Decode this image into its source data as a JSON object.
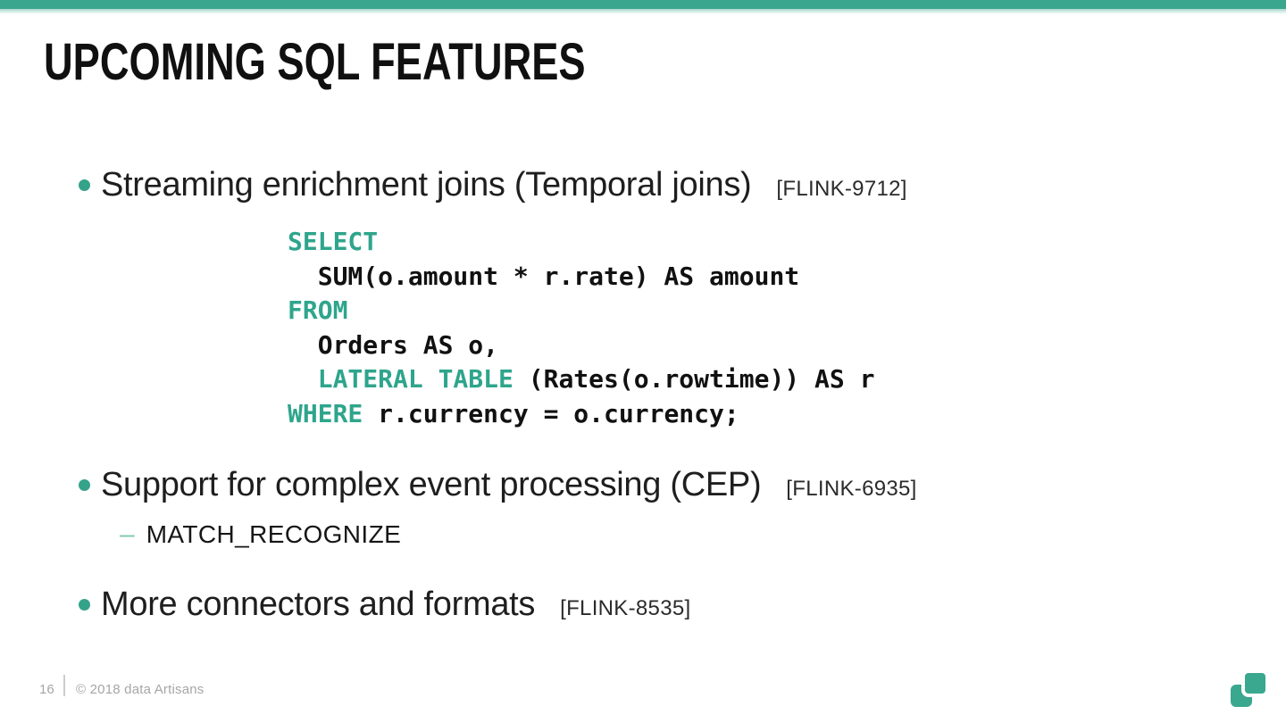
{
  "slide": {
    "title": "UPCOMING SQL FEATURES",
    "bullets": {
      "b1": {
        "text": "Streaming enrichment joins (Temporal joins)",
        "ref": "[FLINK-9712]"
      },
      "b2": {
        "text": "Support for complex event processing (CEP)",
        "ref": "[FLINK-6935]",
        "sub": "MATCH_RECOGNIZE",
        "sub_dash": "–"
      },
      "b3": {
        "text": "More connectors and formats",
        "ref": "[FLINK-8535]"
      }
    },
    "code": {
      "lines": {
        "l1": {
          "pre": "",
          "kw": "SELECT",
          "post": ""
        },
        "l2": {
          "pre": "  SUM(o.amount * r.rate) AS amount",
          "kw": "",
          "post": ""
        },
        "l3": {
          "pre": "",
          "kw": "FROM",
          "post": ""
        },
        "l4": {
          "pre": "  Orders AS o,",
          "kw": "",
          "post": ""
        },
        "l5": {
          "pre": "  ",
          "kw": "LATERAL TABLE",
          "post": " (Rates(o.rowtime)) AS r"
        },
        "l6": {
          "pre": "",
          "kw": "WHERE",
          "post": " r.currency = o.currency;"
        }
      }
    },
    "footer": {
      "page_number": "16",
      "copyright": "© 2018 data Artisans"
    },
    "colors": {
      "accent": "#35a28a",
      "keyword": "#2ea58c",
      "top_bar": "#3aa68e",
      "text": "#1e1e1e",
      "muted": "#a6a6a6"
    }
  }
}
